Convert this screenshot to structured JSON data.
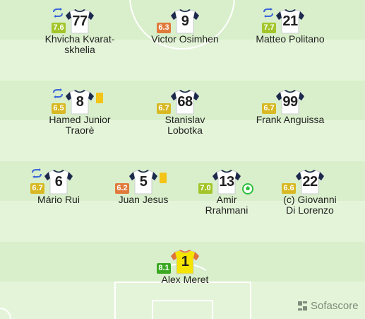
{
  "colors": {
    "rating_yellow_green": "#a3c52b",
    "rating_yellow": "#d8b823",
    "rating_orange": "#e07a3a",
    "rating_green": "#3aa820",
    "sub_icon": "#3b66d8",
    "yellow_card": "#f3c317",
    "goal_icon": "#2fbf3f",
    "shirt_outfield": "#ffffff",
    "shirt_keeper": "#f4e400"
  },
  "players": [
    {
      "id": "kvaratskhelia",
      "number": "77",
      "rating": "7.6",
      "rating_color": "#a3c52b",
      "name_line1": "Khvicha Kvarat-",
      "name_line2": "skhelia",
      "subbed": true,
      "yellow_card": false,
      "goal": false,
      "keeper": false
    },
    {
      "id": "osimhen",
      "number": "9",
      "rating": "6.3",
      "rating_color": "#e07a3a",
      "name_line1": "Victor Osimhen",
      "name_line2": "",
      "subbed": false,
      "yellow_card": false,
      "goal": false,
      "keeper": false
    },
    {
      "id": "politano",
      "number": "21",
      "rating": "7.7",
      "rating_color": "#a3c52b",
      "name_line1": "Matteo Politano",
      "name_line2": "",
      "subbed": true,
      "yellow_card": false,
      "goal": false,
      "keeper": false
    },
    {
      "id": "traore",
      "number": "8",
      "rating": "6.5",
      "rating_color": "#d8b823",
      "name_line1": "Hamed Junior",
      "name_line2": "Traorè",
      "subbed": true,
      "yellow_card": true,
      "goal": false,
      "keeper": false
    },
    {
      "id": "lobotka",
      "number": "68",
      "rating": "6.7",
      "rating_color": "#d8b823",
      "name_line1": "Stanislav",
      "name_line2": "Lobotka",
      "subbed": false,
      "yellow_card": false,
      "goal": false,
      "keeper": false
    },
    {
      "id": "anguissa",
      "number": "99",
      "rating": "6.7",
      "rating_color": "#d8b823",
      "name_line1": "Frank Anguissa",
      "name_line2": "",
      "subbed": false,
      "yellow_card": false,
      "goal": false,
      "keeper": false
    },
    {
      "id": "mario-rui",
      "number": "6",
      "rating": "6.7",
      "rating_color": "#d8b823",
      "name_line1": "Mário Rui",
      "name_line2": "",
      "subbed": true,
      "yellow_card": false,
      "goal": false,
      "keeper": false
    },
    {
      "id": "juan-jesus",
      "number": "5",
      "rating": "6.2",
      "rating_color": "#e07a3a",
      "name_line1": "Juan Jesus",
      "name_line2": "",
      "subbed": false,
      "yellow_card": true,
      "goal": false,
      "keeper": false
    },
    {
      "id": "rrahmani",
      "number": "13",
      "rating": "7.0",
      "rating_color": "#a3c52b",
      "name_line1": "Amir",
      "name_line2": "Rrahmani",
      "subbed": false,
      "yellow_card": false,
      "goal": true,
      "keeper": false
    },
    {
      "id": "di-lorenzo",
      "number": "22",
      "rating": "6.6",
      "rating_color": "#d8b823",
      "name_line1": "(c) Giovanni",
      "name_line2": "Di Lorenzo",
      "subbed": false,
      "yellow_card": false,
      "goal": false,
      "keeper": false
    },
    {
      "id": "meret",
      "number": "1",
      "rating": "8.1",
      "rating_color": "#3aa820",
      "name_line1": "Alex Meret",
      "name_line2": "",
      "subbed": false,
      "yellow_card": false,
      "goal": false,
      "keeper": true
    }
  ],
  "watermark": {
    "text": "Sofascore",
    "icon": "sofascore-logo-icon"
  }
}
